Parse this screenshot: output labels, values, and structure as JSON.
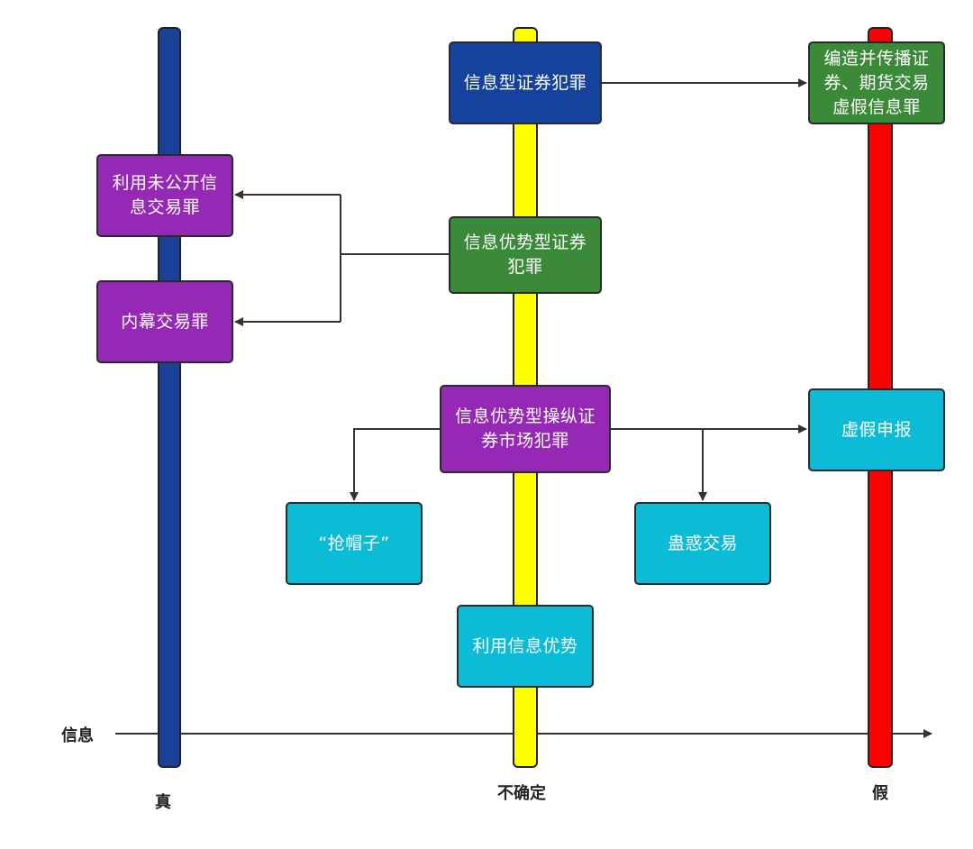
{
  "colors": {
    "true_pole": "#1a4299",
    "uncertain_pole": "#ffff00",
    "false_pole": "#ff0000",
    "blue_box": "#14429d",
    "green_box": "#3b8a3a",
    "purple_box": "#9528b4",
    "cyan_box": "#0cbcd6"
  },
  "axis": {
    "label": "信息",
    "true_label": "真",
    "uncertain_label": "不确定",
    "false_label": "假"
  },
  "nodes": {
    "info_securities_crime": "信息型证券犯罪",
    "fabricate_false_info": "编造并传播证券、期货交易虚假信息罪",
    "undisclosed_info_trading": "利用未公开信息交易罪",
    "insider_trading": "内幕交易罪",
    "info_advantage_crime": "信息优势型证券犯罪",
    "info_advantage_manipulation": "信息优势型操纵证券市场犯罪",
    "false_declaration": "虚假申报",
    "scalping": "“抢帽子”",
    "inducement_trading": "蛊惑交易",
    "use_info_advantage": "利用信息优势"
  }
}
